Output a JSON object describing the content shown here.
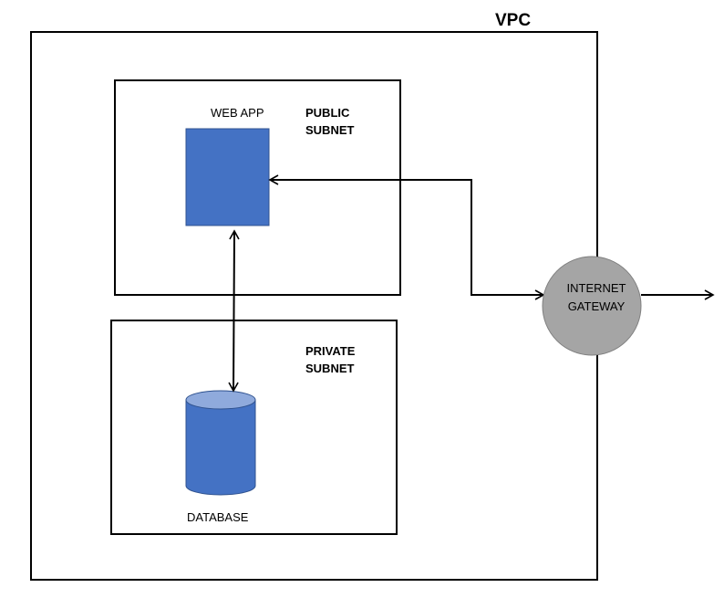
{
  "vpc": {
    "label": "VPC"
  },
  "public_subnet": {
    "line1": "PUBLIC",
    "line2": "SUBNET"
  },
  "private_subnet": {
    "line1": "PRIVATE",
    "line2": "SUBNET"
  },
  "web_app": {
    "label": "WEB APP"
  },
  "database": {
    "label": "DATABASE"
  },
  "internet_gateway": {
    "line1": "INTERNET",
    "line2": "GATEWAY"
  },
  "colors": {
    "box_fill": "#4472C4",
    "box_stroke": "#2F528F",
    "db_top": "#8FAADC",
    "gateway_fill": "#A5A5A5",
    "gateway_stroke": "#7F7F7F",
    "line": "#000000"
  }
}
